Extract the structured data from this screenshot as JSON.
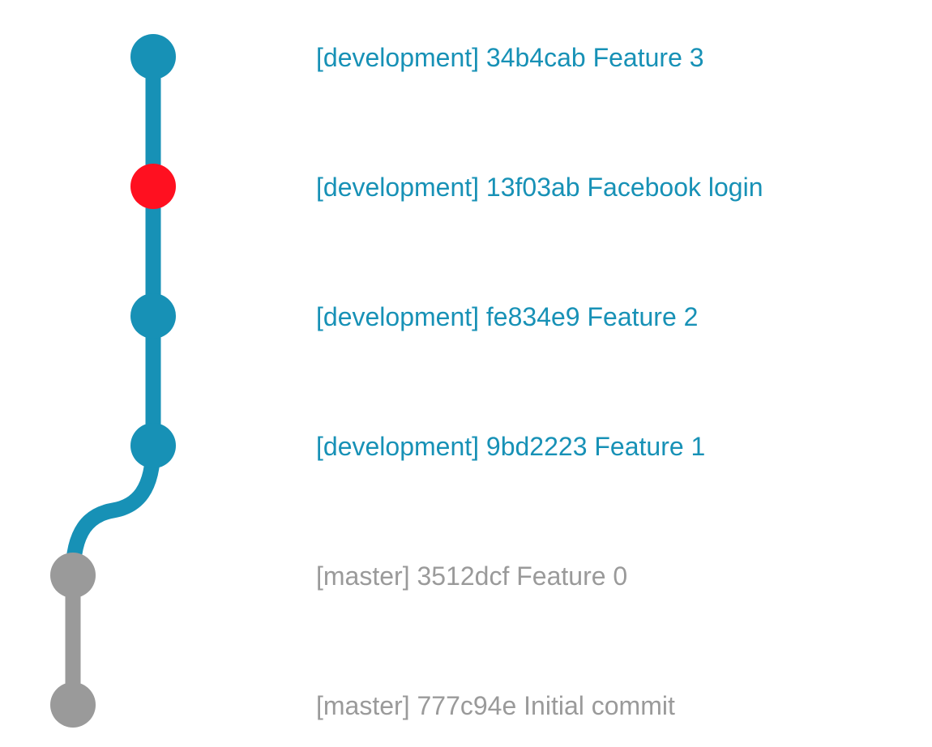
{
  "colors": {
    "development": "#1791b6",
    "master": "#9a9a9a",
    "highlight": "#ff1020",
    "background": "#ffffff"
  },
  "branches": [
    {
      "name": "development",
      "color": "#1791b6"
    },
    {
      "name": "master",
      "color": "#9a9a9a"
    }
  ],
  "commits": [
    {
      "branch": "development",
      "hash": "34b4cab",
      "message": "Feature 3",
      "label": "[development] 34b4cab Feature 3",
      "highlighted": false
    },
    {
      "branch": "development",
      "hash": "13f03ab",
      "message": "Facebook login",
      "label": "[development] 13f03ab Facebook login",
      "highlighted": true
    },
    {
      "branch": "development",
      "hash": "fe834e9",
      "message": "Feature 2",
      "label": "[development] fe834e9 Feature 2",
      "highlighted": false
    },
    {
      "branch": "development",
      "hash": "9bd2223",
      "message": "Feature 1",
      "label": "[development] 9bd2223 Feature 1",
      "highlighted": false
    },
    {
      "branch": "master",
      "hash": "3512dcf",
      "message": "Feature 0",
      "label": "[master] 3512dcf Feature 0",
      "highlighted": false
    },
    {
      "branch": "master",
      "hash": "777c94e",
      "message": "Initial commit",
      "label": "[master] 777c94e Initial commit",
      "highlighted": false
    }
  ]
}
